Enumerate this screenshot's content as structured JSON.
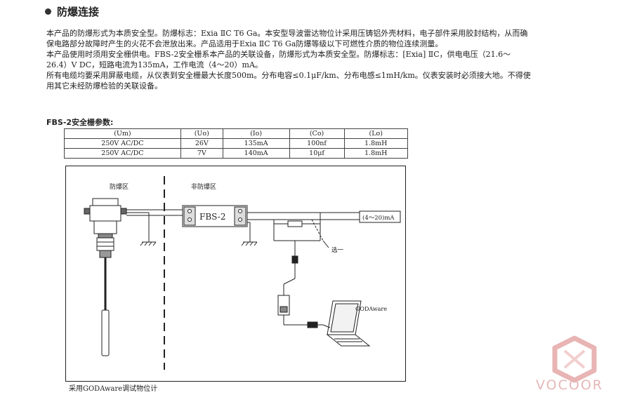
{
  "section": {
    "title": "防爆连接"
  },
  "paragraphs": [
    "本产品的防爆形式为本质安全型。防爆标志：Exia ⅡC T6 Ga。本安型导波雷达物位计采用压铸铝外壳材料，电子部件采用胶封结构，从而确保电路部分故障时产生的火花不会泄放出来。产品适用于Exia ⅡC T6 Ga防爆等级以下可燃性介质的物位连续测量。",
    "本产品使用时须用安全栅供电。FBS-2安全栅系本产品的关联设备，防爆形式为本质安全型。防爆标志：[Exia] ⅡC，供电电压（21.6～26.4）V DC，短路电流为135mA，工作电流（4～20）mA。",
    "所有电缆均要采用屏蔽电缆，从仪表到安全栅最大长度500m。分布电容≤0.1μF/km、分布电感≤1mH/km。仪表安装时必须接大地。不得使用其它未经防爆检验的关联设备。"
  ],
  "params_table": {
    "title": "FBS-2安全栅参数:",
    "headers": [
      "(Um)",
      "(Uo)",
      "(Io)",
      "(Co)",
      "(Lo)"
    ],
    "rows": [
      [
        "250V  AC/DC",
        "26V",
        "135mA",
        "100nf",
        "1.8mH"
      ],
      [
        "250V  AC/DC",
        "7V",
        "140mA",
        "10μf",
        "1.8mH"
      ]
    ]
  },
  "diagram": {
    "zone_explosion": "防爆区",
    "zone_safe": "非防爆区",
    "barrier_label": "FBS-2",
    "current_label": "(4～20)mA",
    "choose_one": "选一",
    "software_label": "GODAware"
  },
  "caption": "采用GODAware调试物位计",
  "brand": {
    "name": "VOCOOR",
    "color": "#e6b7b7"
  }
}
